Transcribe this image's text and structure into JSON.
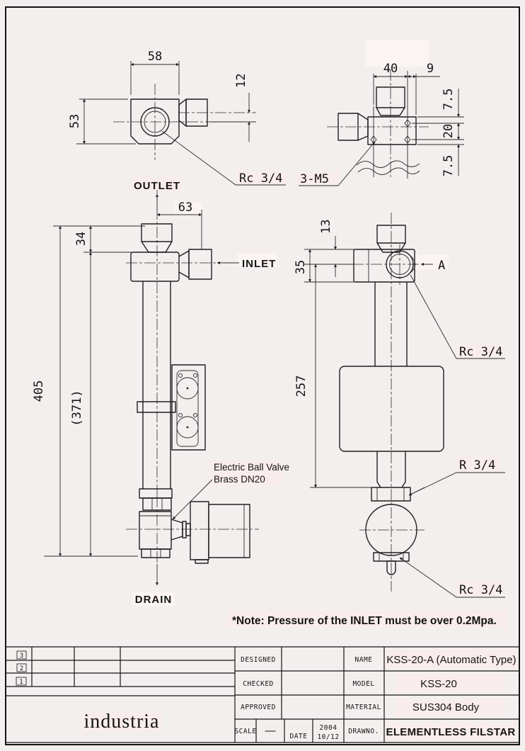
{
  "labels": {
    "outlet": "OUTLET",
    "inlet": "INLET",
    "drain": "DRAIN",
    "note": "*Note: Pressure of the INLET must be over 0.2Mpa.",
    "rc34_outlet": "Rc 3/4",
    "m5": "3-M5",
    "rc34_port": "Rc 3/4",
    "r34_neck": "R 3/4",
    "rc34_drain": "Rc 3/4",
    "section_a": "A",
    "ebv1": "Electric Ball Valve",
    "ebv2": "Brass DN20"
  },
  "dims": {
    "w58": "58",
    "h53": "53",
    "off12": "12",
    "w40": "40",
    "off9": "9",
    "t75": "7.5",
    "p20": "20",
    "b75": "7.5",
    "s63": "63",
    "h34": "34",
    "h405": "405",
    "h371": "(371)",
    "d13": "13",
    "h35": "35",
    "h257": "257"
  },
  "tb": {
    "designed": "DESIGNED",
    "checked": "CHECKED",
    "approved": "APPROVED",
    "scale": "SCALE",
    "scale_value": "—",
    "date": "DATE",
    "date_year": "2004",
    "date_day": "10/12",
    "name": "NAME",
    "name_value": "KSS-20-A (Automatic Type)",
    "model": "MODEL",
    "model_value": "KSS-20",
    "material": "MATERIAL",
    "material_value": "SUS304 Body",
    "drawno": "DRAWNO.",
    "drawno_value": "ELEMENTLESS FILSTAR",
    "company": "industria"
  },
  "rev": {
    "n3": "3",
    "n2": "2",
    "n1": "1"
  }
}
